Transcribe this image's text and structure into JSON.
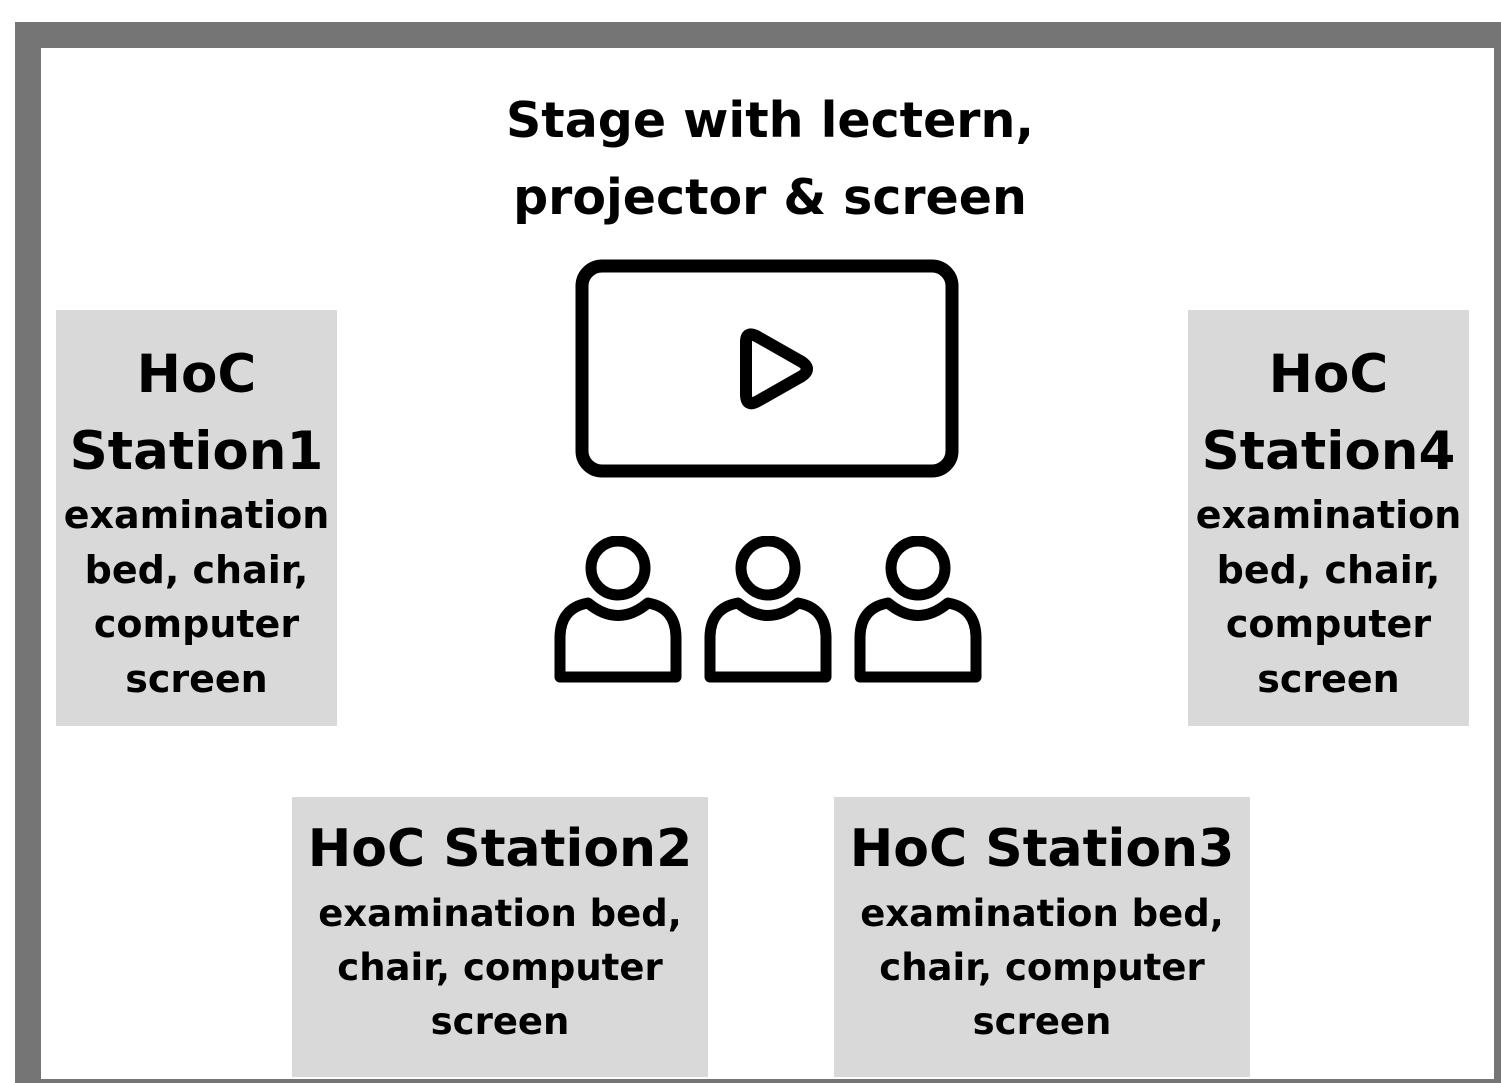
{
  "stage": {
    "line1": "Stage with lectern,",
    "line2": "projector & screen"
  },
  "icons": {
    "screen": "play-screen-icon",
    "audience": "audience-icon"
  },
  "colors": {
    "border": "#757575",
    "station_fill": "#d9d9d9",
    "text": "#000000"
  },
  "stations": {
    "s1": {
      "name_line1": "HoC",
      "name_line2": "Station1",
      "desc": [
        "examination",
        "bed, chair,",
        "computer",
        "screen"
      ]
    },
    "s2": {
      "name": "HoC Station2",
      "desc": [
        "examination bed,",
        "chair, computer",
        "screen"
      ]
    },
    "s3": {
      "name": "HoC Station3",
      "desc": [
        "examination bed,",
        "chair, computer",
        "screen"
      ]
    },
    "s4": {
      "name_line1": "HoC",
      "name_line2": "Station4",
      "desc": [
        "examination",
        "bed, chair,",
        "computer",
        "screen"
      ]
    }
  }
}
